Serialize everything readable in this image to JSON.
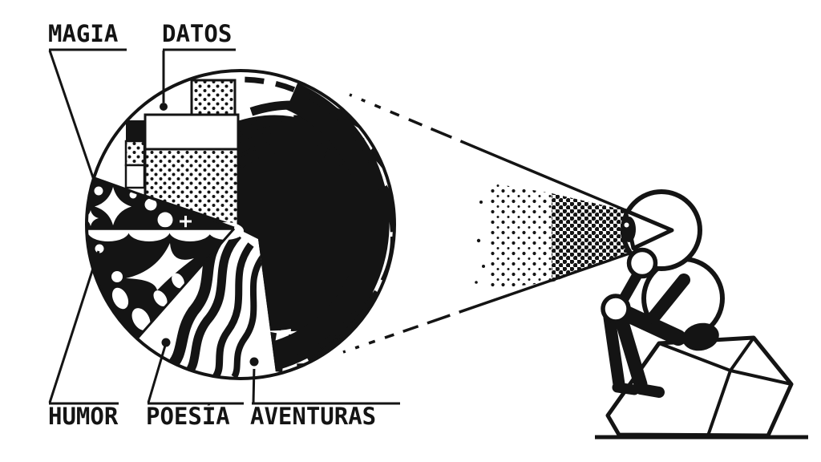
{
  "colors": {
    "ink": "#141414",
    "paper": "#ffffff"
  },
  "labels": {
    "magia": "MAGIA",
    "datos": "DATOS",
    "humor": "HUMOR",
    "poesia": "POESÍA",
    "aventuras": "AVENTURAS"
  },
  "icons": {
    "sphere": "content-sphere",
    "magia_section": "magic-sparkles-pattern",
    "datos_section": "data-blocks-pattern",
    "humor_section": "humor-splash-pattern",
    "poesia_section": "poetry-waves-pattern",
    "aventuras_section": "adventure-vortex-pattern",
    "cone": "vision-cone",
    "viewer": "seated-viewer-figure",
    "rock": "rock-seat",
    "ground": "ground-line"
  }
}
